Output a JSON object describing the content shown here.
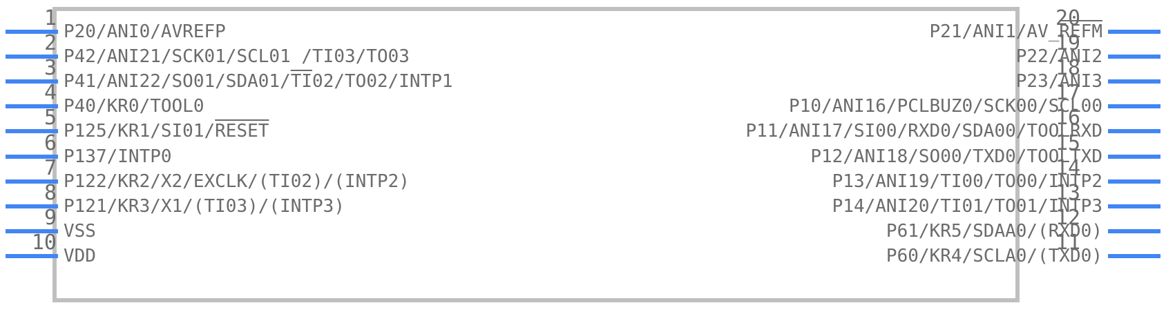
{
  "symbol": {
    "kind": "mcu-pinout-symbol",
    "body_color": "#bfbfbf",
    "pin_color": "#4285f4",
    "text_color": "#6b6b6b",
    "total_pins": 20
  },
  "left_pins": [
    {
      "number": "1",
      "label": "P20/ANI0/AVREFP",
      "overline": ""
    },
    {
      "number": "2",
      "label": "P42/ANI21/SCK01/SCL01 /TI03/TO03",
      "overline": ""
    },
    {
      "number": "3",
      "label": "P41/ANI22/SO01/SDA01/TI02/TO02/INTP1",
      "overline": "TI"
    },
    {
      "number": "4",
      "label": "P40/KR0/TOOL0",
      "overline": ""
    },
    {
      "number": "5",
      "label": "P125/KR1/SI01/RESET",
      "overline": "RESET"
    },
    {
      "number": "6",
      "label": "P137/INTP0",
      "overline": ""
    },
    {
      "number": "7",
      "label": "P122/KR2/X2/EXCLK/(TI02)/(INTP2)",
      "overline": ""
    },
    {
      "number": "8",
      "label": "P121/KR3/X1/(TI03)/(INTP3)",
      "overline": ""
    },
    {
      "number": "9",
      "label": "VSS",
      "overline": ""
    },
    {
      "number": "10",
      "label": "VDD",
      "overline": ""
    }
  ],
  "right_pins": [
    {
      "number": "20",
      "label": "P21/ANI1/AV_REFM",
      "overline": "REFM"
    },
    {
      "number": "19",
      "label": "P22/ANI2",
      "overline": ""
    },
    {
      "number": "18",
      "label": "P23/ANI3",
      "overline": ""
    },
    {
      "number": "17",
      "label": "P10/ANI16/PCLBUZ0/SCK00/SCL00",
      "overline": ""
    },
    {
      "number": "16",
      "label": "P11/ANI17/SI00/RXD0/SDA00/TOOLRXD",
      "overline": ""
    },
    {
      "number": "15",
      "label": "P12/ANI18/SO00/TXD0/TOOLTXD",
      "overline": ""
    },
    {
      "number": "14",
      "label": "P13/ANI19/TI00/TO00/INTP2",
      "overline": ""
    },
    {
      "number": "13",
      "label": "P14/ANI20/TI01/TO01/INTP3",
      "overline": ""
    },
    {
      "number": "12",
      "label": "P61/KR5/SDAA0/(RXD0)",
      "overline": ""
    },
    {
      "number": "11",
      "label": "P60/KR4/SCLA0/(TXD0)",
      "overline": ""
    }
  ]
}
